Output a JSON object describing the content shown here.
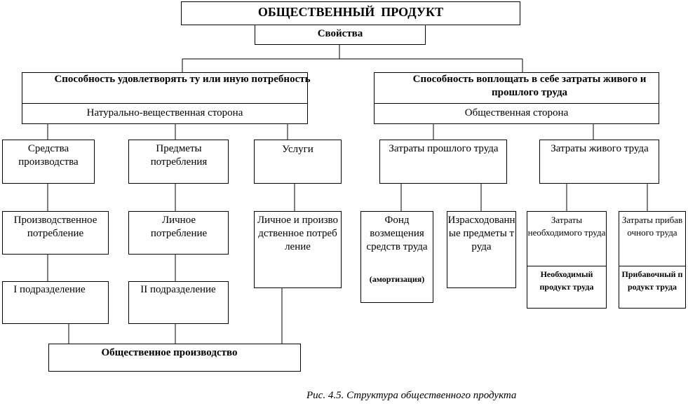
{
  "title": "ОБЩЕСТВЕННЫЙ  ПРОДУКТ",
  "properties": "Свойства",
  "left_branch": {
    "title": "Способность удовлетворять ту или иную потребность",
    "side": "Натурально-вещественная сторона",
    "items": [
      {
        "label": "Средства производства",
        "consumption": "Производственное потребление",
        "division": "I подразделение"
      },
      {
        "label": "Предметы потребления",
        "consumption": "Личное потребление",
        "division": "II подразделение"
      },
      {
        "label": "Услуги",
        "consumption": "Личное и производственное потребление"
      }
    ],
    "bottom": "Общественное производство"
  },
  "right_branch": {
    "title": "Способность воплощать в себе затраты живого и прошлого труда",
    "side": "Общественная сторона",
    "past_labor": {
      "label": "Затраты прошлого труда",
      "items": [
        "Фонд возмещения средств труда",
        "Израсходованные предметы труда"
      ],
      "amortization": "(амортизация)"
    },
    "living_labor": {
      "label": "Затраты живого труда",
      "items": [
        {
          "label": "Затраты необходимого труда",
          "product": "Необходимый продукт труда"
        },
        {
          "label": "Затраты прибавочного труда",
          "product": "Прибавочный продукт труда"
        }
      ]
    }
  },
  "caption": "Рис. 4.5. Структура общественного продукта"
}
